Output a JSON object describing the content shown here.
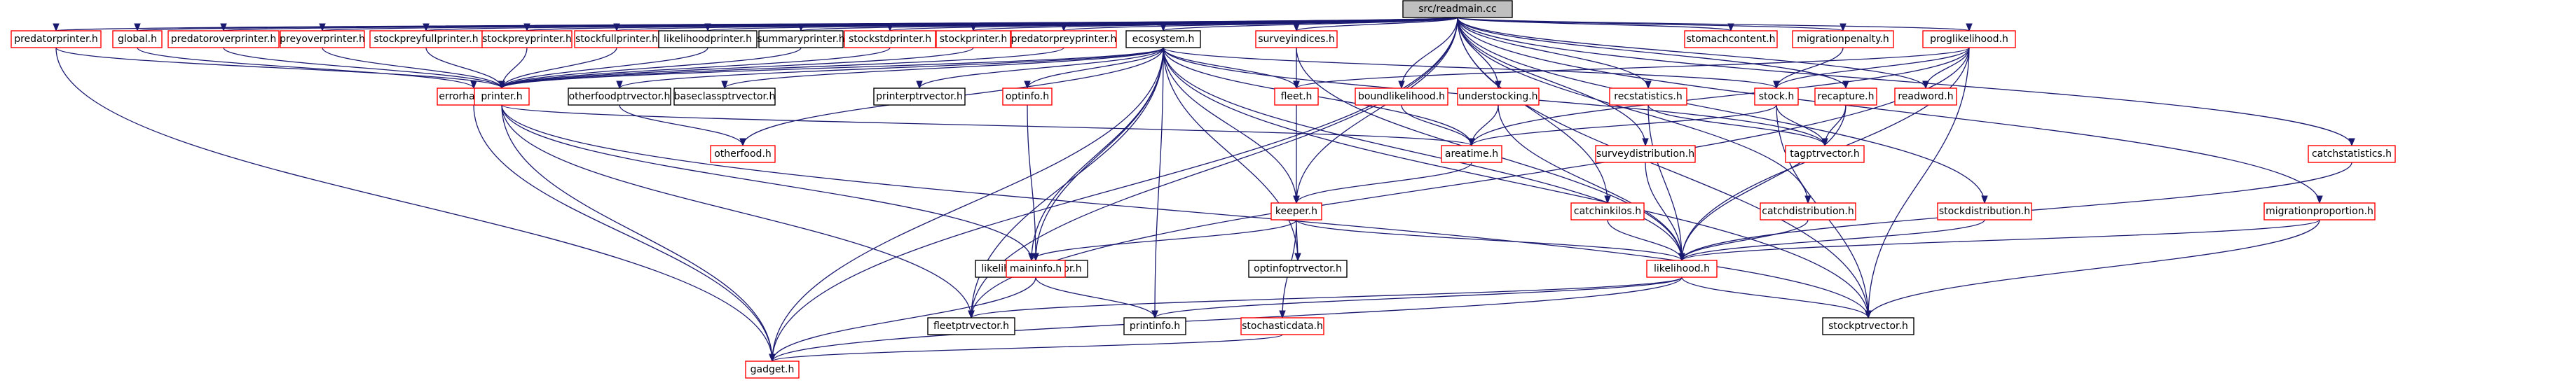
{
  "colors": {
    "edge": "#191970",
    "root_fill": "#bfbfbf",
    "root_stroke": "#000000",
    "doc_stroke": "#ff0000",
    "nodoc_stroke": "#000000",
    "fill": "#ffffff",
    "text": "#000000"
  },
  "nodes": [
    {
      "id": "readmain",
      "label": "src/readmain.cc",
      "kind": "root"
    },
    {
      "id": "predatorprinter",
      "label": "predatorprinter.h",
      "kind": "doc"
    },
    {
      "id": "global",
      "label": "global.h",
      "kind": "doc"
    },
    {
      "id": "predatoroverprinter",
      "label": "predatoroverprinter.h",
      "kind": "doc"
    },
    {
      "id": "preyoverprinter",
      "label": "preyoverprinter.h",
      "kind": "doc"
    },
    {
      "id": "stockpreyfullprinter",
      "label": "stockpreyfullprinter.h",
      "kind": "doc"
    },
    {
      "id": "stockpreyprinter",
      "label": "stockpreyprinter.h",
      "kind": "doc"
    },
    {
      "id": "stockfullprinter",
      "label": "stockfullprinter.h",
      "kind": "doc"
    },
    {
      "id": "likelihoodprinter",
      "label": "likelihoodprinter.h",
      "kind": "nodoc"
    },
    {
      "id": "summaryprinter",
      "label": "summaryprinter.h",
      "kind": "nodoc"
    },
    {
      "id": "stockstdprinter",
      "label": "stockstdprinter.h",
      "kind": "doc"
    },
    {
      "id": "stockprinter",
      "label": "stockprinter.h",
      "kind": "doc"
    },
    {
      "id": "predatorpreyprinter",
      "label": "predatorpreyprinter.h",
      "kind": "doc"
    },
    {
      "id": "ecosystem",
      "label": "ecosystem.h",
      "kind": "nodoc"
    },
    {
      "id": "surveyindices",
      "label": "surveyindices.h",
      "kind": "doc"
    },
    {
      "id": "stomachcontent",
      "label": "stomachcontent.h",
      "kind": "doc"
    },
    {
      "id": "migrationpenalty",
      "label": "migrationpenalty.h",
      "kind": "doc"
    },
    {
      "id": "proglikelihood",
      "label": "proglikelihood.h",
      "kind": "doc"
    },
    {
      "id": "errorhandler",
      "label": "errorhandler.h",
      "kind": "doc"
    },
    {
      "id": "printer",
      "label": "printer.h",
      "kind": "doc"
    },
    {
      "id": "otherfoodptrvector",
      "label": "otherfoodptrvector.h",
      "kind": "nodoc"
    },
    {
      "id": "baseclassptrvector",
      "label": "baseclassptrvector.h",
      "kind": "nodoc"
    },
    {
      "id": "printerptrvector",
      "label": "printerptrvector.h",
      "kind": "nodoc"
    },
    {
      "id": "optinfo",
      "label": "optinfo.h",
      "kind": "doc"
    },
    {
      "id": "fleet",
      "label": "fleet.h",
      "kind": "doc"
    },
    {
      "id": "boundlikelihood",
      "label": "boundlikelihood.h",
      "kind": "doc"
    },
    {
      "id": "understocking",
      "label": "understocking.h",
      "kind": "doc"
    },
    {
      "id": "recstatistics",
      "label": "recstatistics.h",
      "kind": "doc"
    },
    {
      "id": "stock",
      "label": "stock.h",
      "kind": "doc"
    },
    {
      "id": "recapture",
      "label": "recapture.h",
      "kind": "doc"
    },
    {
      "id": "readword",
      "label": "readword.h",
      "kind": "doc"
    },
    {
      "id": "otherfood",
      "label": "otherfood.h",
      "kind": "doc"
    },
    {
      "id": "areatime",
      "label": "areatime.h",
      "kind": "doc"
    },
    {
      "id": "tagptrvector",
      "label": "tagptrvector.h",
      "kind": "doc"
    },
    {
      "id": "catchstatistics",
      "label": "catchstatistics.h",
      "kind": "doc"
    },
    {
      "id": "surveydistribution",
      "label": "surveydistribution.h",
      "kind": "doc"
    },
    {
      "id": "keeper",
      "label": "keeper.h",
      "kind": "doc"
    },
    {
      "id": "catchinkilos",
      "label": "catchinkilos.h",
      "kind": "doc"
    },
    {
      "id": "catchdistribution",
      "label": "catchdistribution.h",
      "kind": "doc"
    },
    {
      "id": "stockdistribution",
      "label": "stockdistribution.h",
      "kind": "doc"
    },
    {
      "id": "migrationproportion",
      "label": "migrationproportion.h",
      "kind": "doc"
    },
    {
      "id": "likelihoodptrvector",
      "label": "likelihoodptrvector.h",
      "kind": "nodoc"
    },
    {
      "id": "optinfoptrvector",
      "label": "optinfoptrvector.h",
      "kind": "nodoc"
    },
    {
      "id": "maininfo",
      "label": "maininfo.h",
      "kind": "doc"
    },
    {
      "id": "likelihood",
      "label": "likelihood.h",
      "kind": "doc"
    },
    {
      "id": "fleetptrvector",
      "label": "fleetptrvector.h",
      "kind": "nodoc"
    },
    {
      "id": "printinfo",
      "label": "printinfo.h",
      "kind": "nodoc"
    },
    {
      "id": "stochasticdata",
      "label": "stochasticdata.h",
      "kind": "doc"
    },
    {
      "id": "stockptrvector",
      "label": "stockptrvector.h",
      "kind": "nodoc"
    },
    {
      "id": "gadget",
      "label": "gadget.h",
      "kind": "doc"
    }
  ],
  "edges": [
    [
      "readmain",
      "predatorprinter"
    ],
    [
      "readmain",
      "global"
    ],
    [
      "readmain",
      "predatoroverprinter"
    ],
    [
      "readmain",
      "preyoverprinter"
    ],
    [
      "readmain",
      "stockpreyfullprinter"
    ],
    [
      "readmain",
      "stockpreyprinter"
    ],
    [
      "readmain",
      "stockfullprinter"
    ],
    [
      "readmain",
      "likelihoodprinter"
    ],
    [
      "readmain",
      "summaryprinter"
    ],
    [
      "readmain",
      "stockstdprinter"
    ],
    [
      "readmain",
      "stockprinter"
    ],
    [
      "readmain",
      "predatorpreyprinter"
    ],
    [
      "readmain",
      "ecosystem"
    ],
    [
      "readmain",
      "surveyindices"
    ],
    [
      "readmain",
      "stomachcontent"
    ],
    [
      "readmain",
      "migrationpenalty"
    ],
    [
      "readmain",
      "proglikelihood"
    ],
    [
      "readmain",
      "boundlikelihood"
    ],
    [
      "readmain",
      "understocking"
    ],
    [
      "readmain",
      "recstatistics"
    ],
    [
      "readmain",
      "recapture"
    ],
    [
      "readmain",
      "readword"
    ],
    [
      "readmain",
      "catchstatistics"
    ],
    [
      "readmain",
      "surveydistribution"
    ],
    [
      "readmain",
      "catchinkilos"
    ],
    [
      "readmain",
      "catchdistribution"
    ],
    [
      "readmain",
      "stockdistribution"
    ],
    [
      "readmain",
      "migrationproportion"
    ],
    [
      "readmain",
      "keeper"
    ],
    [
      "readmain",
      "gadget"
    ],
    [
      "readmain",
      "stockptrvector"
    ],
    [
      "readmain",
      "fleetptrvector"
    ],
    [
      "predatorprinter",
      "printer"
    ],
    [
      "predatorprinter",
      "gadget"
    ],
    [
      "global",
      "errorhandler"
    ],
    [
      "predatoroverprinter",
      "printer"
    ],
    [
      "preyoverprinter",
      "printer"
    ],
    [
      "stockpreyfullprinter",
      "printer"
    ],
    [
      "stockpreyprinter",
      "printer"
    ],
    [
      "stockfullprinter",
      "printer"
    ],
    [
      "likelihoodprinter",
      "printer"
    ],
    [
      "summaryprinter",
      "printer"
    ],
    [
      "stockstdprinter",
      "printer"
    ],
    [
      "stockprinter",
      "printer"
    ],
    [
      "predatorpreyprinter",
      "printer"
    ],
    [
      "ecosystem",
      "printer"
    ],
    [
      "ecosystem",
      "otherfoodptrvector"
    ],
    [
      "ecosystem",
      "baseclassptrvector"
    ],
    [
      "ecosystem",
      "printerptrvector"
    ],
    [
      "ecosystem",
      "optinfo"
    ],
    [
      "ecosystem",
      "fleet"
    ],
    [
      "ecosystem",
      "stock"
    ],
    [
      "ecosystem",
      "otherfood"
    ],
    [
      "ecosystem",
      "areatime"
    ],
    [
      "ecosystem",
      "tagptrvector"
    ],
    [
      "ecosystem",
      "keeper"
    ],
    [
      "ecosystem",
      "likelihoodptrvector"
    ],
    [
      "ecosystem",
      "optinfoptrvector"
    ],
    [
      "ecosystem",
      "maininfo"
    ],
    [
      "ecosystem",
      "likelihood"
    ],
    [
      "ecosystem",
      "fleetptrvector"
    ],
    [
      "ecosystem",
      "printinfo"
    ],
    [
      "ecosystem",
      "stockptrvector"
    ],
    [
      "ecosystem",
      "gadget"
    ],
    [
      "surveyindices",
      "fleet"
    ],
    [
      "surveyindices",
      "likelihood"
    ],
    [
      "migrationpenalty",
      "stock"
    ],
    [
      "proglikelihood",
      "fleet"
    ],
    [
      "proglikelihood",
      "stock"
    ],
    [
      "proglikelihood",
      "readword"
    ],
    [
      "proglikelihood",
      "areatime"
    ],
    [
      "proglikelihood",
      "likelihood"
    ],
    [
      "proglikelihood",
      "stockptrvector"
    ],
    [
      "proglikelihood",
      "fleetptrvector"
    ],
    [
      "errorhandler",
      "gadget"
    ],
    [
      "printer",
      "areatime"
    ],
    [
      "printer",
      "likelihoodptrvector"
    ],
    [
      "printer",
      "fleetptrvector"
    ],
    [
      "printer",
      "stockptrvector"
    ],
    [
      "printer",
      "gadget"
    ],
    [
      "otherfoodptrvector",
      "otherfood"
    ],
    [
      "optinfo",
      "maininfo"
    ],
    [
      "fleet",
      "keeper"
    ],
    [
      "boundlikelihood",
      "areatime"
    ],
    [
      "understocking",
      "areatime"
    ],
    [
      "understocking",
      "likelihood"
    ],
    [
      "recstatistics",
      "tagptrvector"
    ],
    [
      "recstatistics",
      "likelihood"
    ],
    [
      "stock",
      "areatime"
    ],
    [
      "stock",
      "tagptrvector"
    ],
    [
      "stock",
      "stockptrvector"
    ],
    [
      "recapture",
      "tagptrvector"
    ],
    [
      "recapture",
      "likelihood"
    ],
    [
      "areatime",
      "keeper"
    ],
    [
      "catchstatistics",
      "likelihood"
    ],
    [
      "surveydistribution",
      "likelihood"
    ],
    [
      "catchinkilos",
      "likelihood"
    ],
    [
      "catchdistribution",
      "likelihood"
    ],
    [
      "stockdistribution",
      "likelihood"
    ],
    [
      "migrationproportion",
      "likelihood"
    ],
    [
      "migrationproportion",
      "stockptrvector"
    ],
    [
      "keeper",
      "likelihoodptrvector"
    ],
    [
      "keeper",
      "optinfoptrvector"
    ],
    [
      "keeper",
      "stochasticdata"
    ],
    [
      "keeper",
      "likelihood"
    ],
    [
      "maininfo",
      "printinfo"
    ],
    [
      "maininfo",
      "gadget"
    ],
    [
      "likelihood",
      "fleetptrvector"
    ],
    [
      "likelihood",
      "printinfo"
    ],
    [
      "likelihood",
      "stockptrvector"
    ],
    [
      "likelihood",
      "gadget"
    ],
    [
      "stochasticdata",
      "gadget"
    ]
  ]
}
